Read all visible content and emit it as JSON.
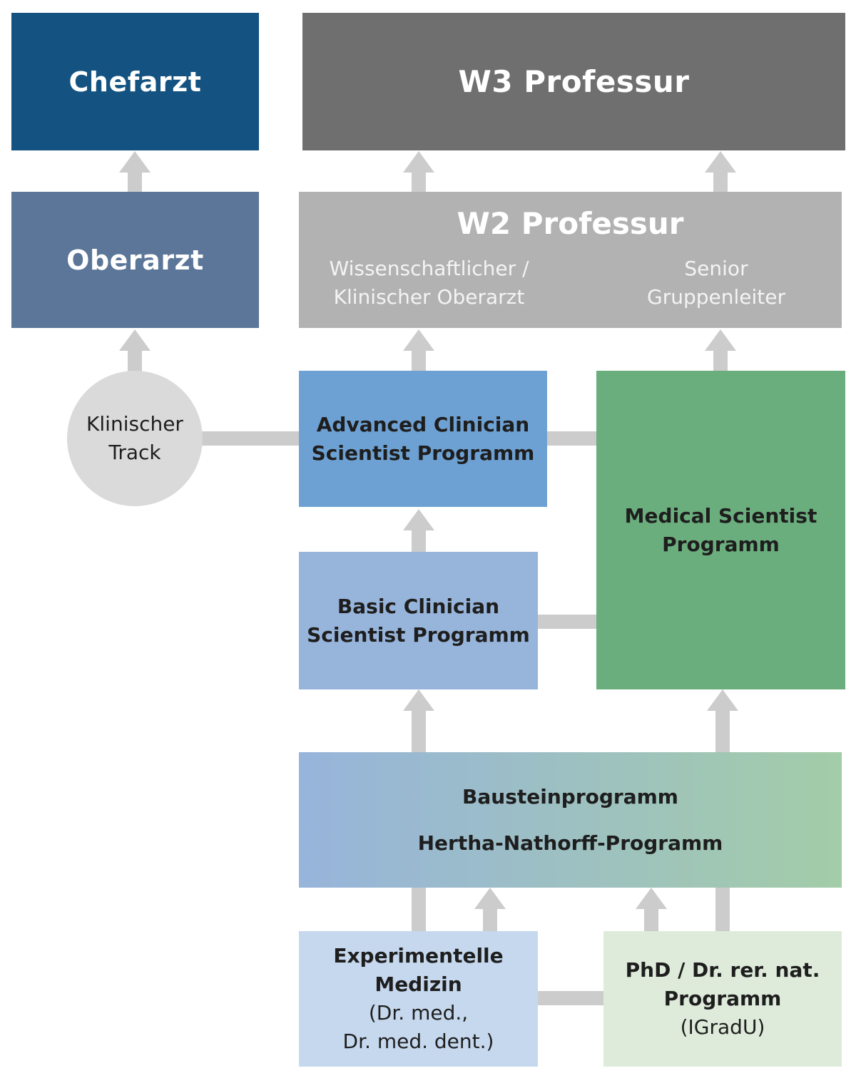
{
  "colors": {
    "chefarzt": "#145381",
    "oberarzt": "#5b7698",
    "w3": "#6f6f6f",
    "w2": "#b2b2b2",
    "advanced": "#6ea1d3",
    "basic": "#97b4db",
    "medical": "#6bae7d",
    "experimentelle": "#c6d8ee",
    "phd": "#deebdb",
    "connector": "#cccccc",
    "circle": "#dadada",
    "baustein_from": "#97b4db",
    "baustein_to": "#a3cca8"
  },
  "boxes": {
    "chefarzt": "Chefarzt",
    "oberarzt": "Oberarzt",
    "w3": "W3 Professur",
    "w2": {
      "title": "W2 Professur",
      "left_line1": "Wissenschaftlicher /",
      "left_line2": "Klinischer Oberarzt",
      "right_line1": "Senior",
      "right_line2": "Gruppenleiter"
    },
    "klinischer_track": {
      "line1": "Klinischer",
      "line2": "Track"
    },
    "advanced": {
      "line1": "Advanced Clinician",
      "line2": "Scientist Programm"
    },
    "medical": {
      "line1": "Medical Scientist",
      "line2": "Programm"
    },
    "basic": {
      "line1": "Basic Clinician",
      "line2": "Scientist Programm"
    },
    "baustein": {
      "line1": "Bausteinprogramm",
      "line2": "Hertha-Nathorff-Programm"
    },
    "experimentelle": {
      "line1": "Experimentelle",
      "line2": "Medizin",
      "line3": "(Dr. med.,",
      "line4": "Dr. med. dent.)"
    },
    "phd": {
      "line1": "PhD / Dr. rer. nat.",
      "line2": "Programm",
      "line3": "(IGradU)"
    }
  }
}
